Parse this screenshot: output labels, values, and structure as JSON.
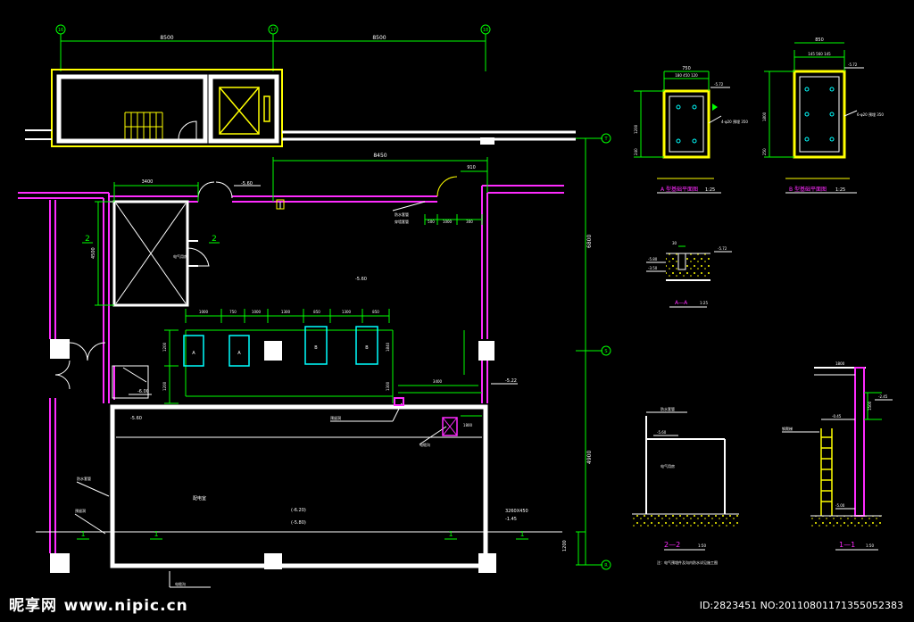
{
  "grid_bubbles": {
    "top": [
      "16",
      "17",
      "18"
    ],
    "right": [
      "T",
      "S",
      "R"
    ]
  },
  "dimensions": {
    "top_a": "8500",
    "top_b": "8500",
    "upper_run": "8450",
    "right_total": "6800",
    "right_lower": "4900",
    "right_base": "1200",
    "room_width": "3400",
    "room_height": "4500",
    "door_offset": "910",
    "segment_a": "500",
    "segment_b": "1000",
    "segment_c": "300",
    "row_1": "1000",
    "row_2": "750",
    "row_3": "1000",
    "row_4": "1300",
    "row_5": "850",
    "row_6": "1300",
    "row_7": "850",
    "vert_1": "1200",
    "vert_2": "1200",
    "vert_3": "1300",
    "vert_4": "1840",
    "lower_run": "3400",
    "lower_small": "1800"
  },
  "elevations": {
    "e1": "-5.60",
    "e2": "-5.60",
    "e3": "-6.00",
    "e4": "-5.60",
    "e5": "-5.22",
    "e6": "-5.60",
    "e7": "(-6.20)",
    "e8": "(-5.80)",
    "e9": "-1.45",
    "e10": "-5.72",
    "e11": "-5.72",
    "e12": "-5.72",
    "e13": "-5.80",
    "e14": "-3.50",
    "e15": "-2.45",
    "e16": "-0.45",
    "e17": "-5.00",
    "e18": "-2.40"
  },
  "labels": {
    "section_ref_left": "2",
    "section_ref_right": "2",
    "cabinet_a1": "A",
    "cabinet_a2": "A",
    "cabinet_b1": "B",
    "cabinet_b2": "B",
    "section_mark_1": "1",
    "section_mark_2": "1",
    "section_mark_3": "1",
    "section_mark_4": "1",
    "opening_size": "3260X450",
    "note_1": "电气用房",
    "note_2": "预留洞",
    "note_3": "电缆沟",
    "note_4": "配电室",
    "note_5": "钢爬梯",
    "note_6": "防水套管",
    "note_7": "穿墙套管"
  },
  "details": {
    "a_title": "A 型基础平面图",
    "a_scale": "1:25",
    "a_w": "750",
    "a_parts": "180  450  120",
    "a_h1": "1200",
    "a_h2": "240",
    "a_note": "4-φ20 预埋 350",
    "b_title": "B 型基础平面图",
    "b_scale": "1:25",
    "b_w": "850",
    "b_parts": "145  560  145",
    "b_h1": "1800",
    "b_h2": "250",
    "b_note": "6-φ20 预埋 350",
    "aa_title": "A—A",
    "aa_scale": "1:25",
    "aa_dim": "30",
    "s22_title": "2—2",
    "s22_scale": "1:50",
    "s11_title": "1—1",
    "s11_scale": "1:50",
    "s11_top": "1800",
    "s11_dim": "1500",
    "footnote": "注：电气预埋件及沟内防水详见施工图"
  },
  "watermark": {
    "logo": "昵享网",
    "site": "www.nipic.cn",
    "id_text": "ID:2823451 NO:20110801171355052383"
  },
  "colors": {
    "wall": "#ff2bff",
    "white": "#ffffff",
    "green": "#00ff00",
    "yellow": "#ffff00",
    "cyan": "#00ffff",
    "red": "#ff3030"
  }
}
